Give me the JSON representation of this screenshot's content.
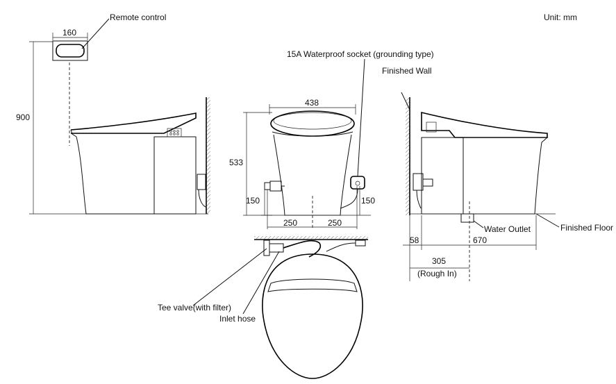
{
  "unit_label": "Unit: mm",
  "labels": {
    "remote_control": "Remote control",
    "socket": "15A Waterproof socket (grounding type)",
    "finished_wall": "Finished Wall",
    "water_outlet": "Water  Outlet",
    "finished_floor": "Finished Floor",
    "tee_valve": "Tee valve(with filter)",
    "inlet_hose": "Inlet hose",
    "rough_in": "(Rough In)"
  },
  "dimensions": {
    "remote_width": "160",
    "height_900": "900",
    "width_438": "438",
    "height_533": "533",
    "left_150": "150",
    "right_150": "150",
    "left_250": "250",
    "right_250": "250",
    "side_58": "58",
    "side_670": "670",
    "rough_305": "305"
  }
}
